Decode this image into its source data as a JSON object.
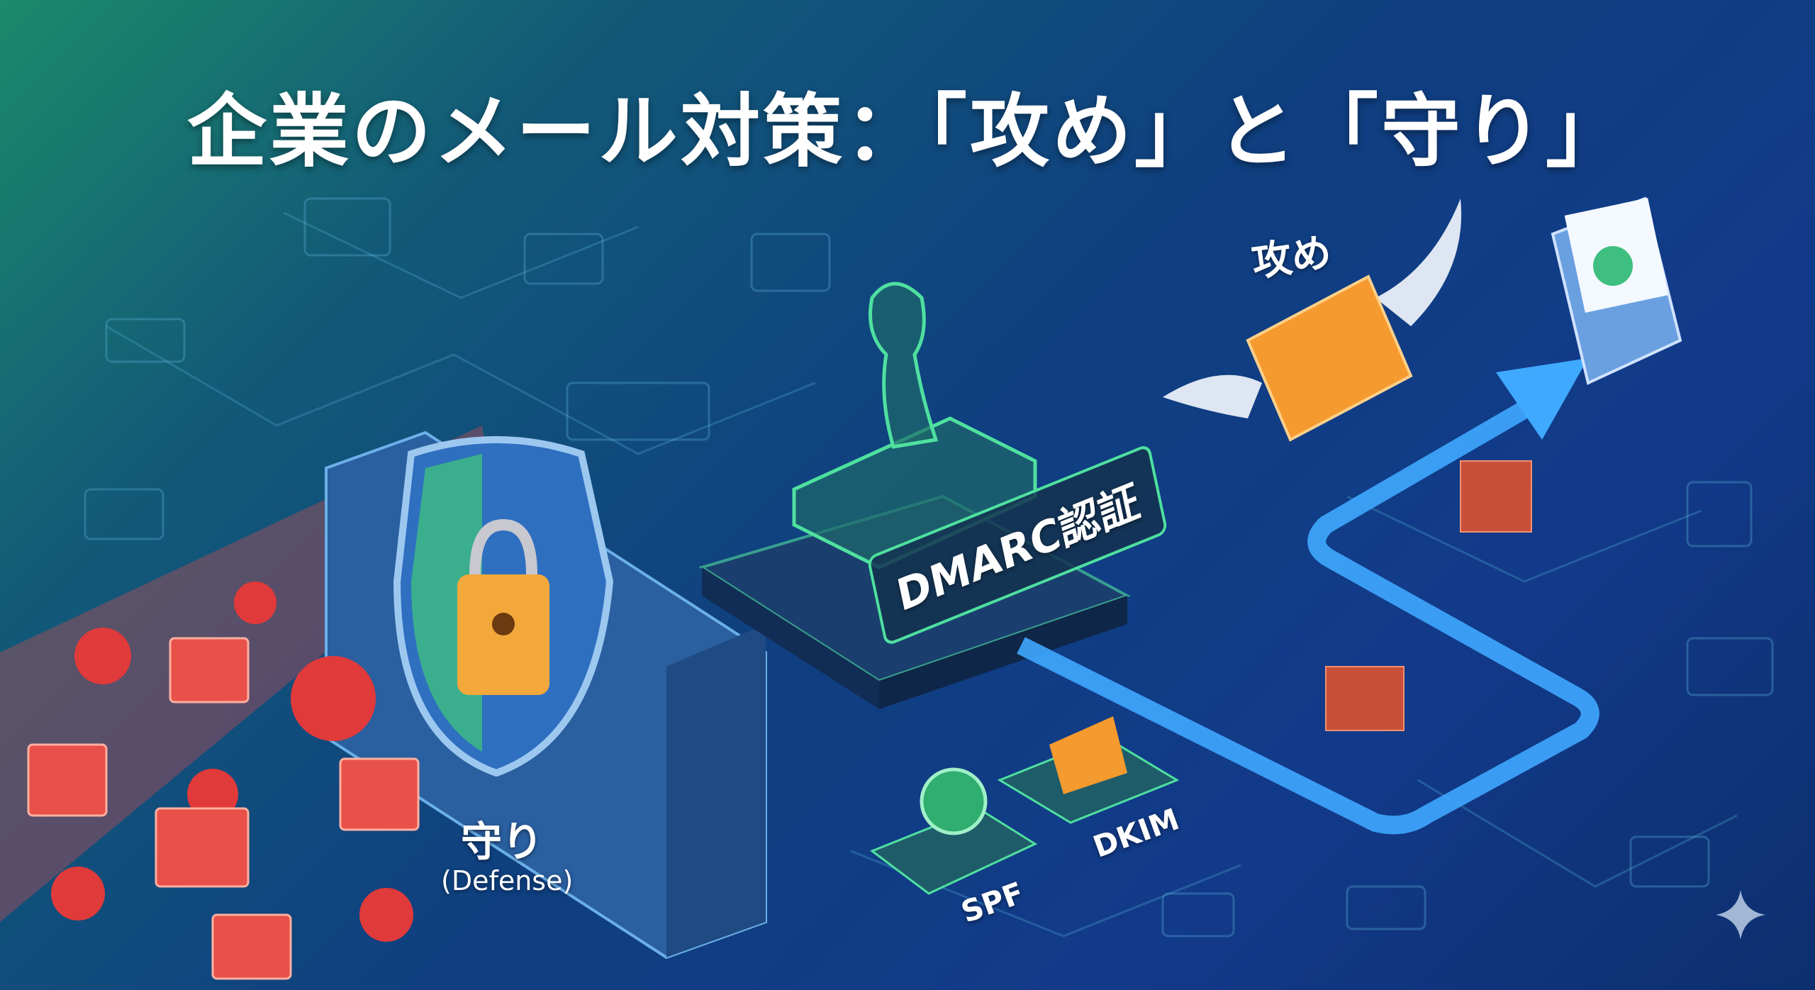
{
  "title": "企業のメール対策：「攻め」と「守り」",
  "labels": {
    "offense": "攻め",
    "dmarc": "DMARC認証",
    "defense": "守り",
    "defense_en": "(Defense)",
    "spf": "SPF",
    "dkim": "DKIM"
  },
  "colors": {
    "path_glow": "#3fa9ff",
    "shield_green": "#3fbf7f",
    "threat_red": "#e03a3a",
    "envelope_orange": "#f59a2e",
    "stamp_green": "#4fe0a0"
  }
}
